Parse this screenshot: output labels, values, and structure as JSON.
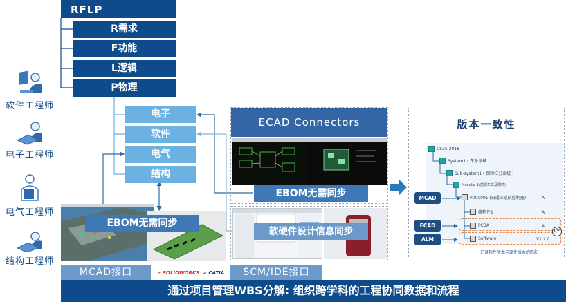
{
  "rflp": {
    "title": "RFLP",
    "items": [
      {
        "label": "R需求"
      },
      {
        "label": "F功能"
      },
      {
        "label": "L逻辑"
      },
      {
        "label": "P物理"
      }
    ]
  },
  "roles": [
    {
      "label": "软件工程师",
      "icon": "software-engineer-icon"
    },
    {
      "label": "电子工程师",
      "icon": "electronics-engineer-icon"
    },
    {
      "label": "电气工程师",
      "icon": "electrical-engineer-icon"
    },
    {
      "label": "结构工程师",
      "icon": "mechanical-engineer-icon"
    }
  ],
  "disciplines": [
    {
      "label": "电子"
    },
    {
      "label": "软件"
    },
    {
      "label": "电气"
    },
    {
      "label": "结构"
    }
  ],
  "ecad": {
    "title": "ECAD Connectors",
    "sync_label": "EBOM无需同步"
  },
  "mcad": {
    "sync_label": "EBOM无需同步",
    "interface_label": "MCAD接口",
    "brands": [
      "SOLIDWORKS",
      "CATIA"
    ]
  },
  "scm": {
    "sync_label": "软硬件设计信息同步",
    "interface_label": "SCM/IDE接口"
  },
  "version": {
    "title": "版本一致性",
    "tree": [
      {
        "label": "CS35-2018",
        "level": 0
      },
      {
        "label": "System1 ( 车身系统 )",
        "level": 1
      },
      {
        "label": "Sub-system1 ( 保险杠分系统 )",
        "level": 2
      },
      {
        "label": "Modular 1(前保车体及附件)",
        "level": 3
      }
    ],
    "parts": [
      {
        "label": "P000001 (自适应巡航控制器)",
        "version": "A"
      },
      {
        "label": "结构件1",
        "version": "A"
      },
      {
        "label": "PCBA",
        "version": "A"
      },
      {
        "label": "Software",
        "version": "V1.2.0"
      }
    ],
    "sources": [
      "MCAD",
      "ECAD",
      "ALM"
    ],
    "note": "记录软件版本与硬件版本的匹配"
  },
  "footer": {
    "text": "通过项目管理WBS分解: 组织跨学科的工程协同数据和流程"
  },
  "colors": {
    "dark_blue": "#0e4b8a",
    "light_blue": "#6bb1e2",
    "mid_blue": "#3f79b5",
    "accent_orange": "#e08a4c",
    "teal": "#23a5a6"
  }
}
